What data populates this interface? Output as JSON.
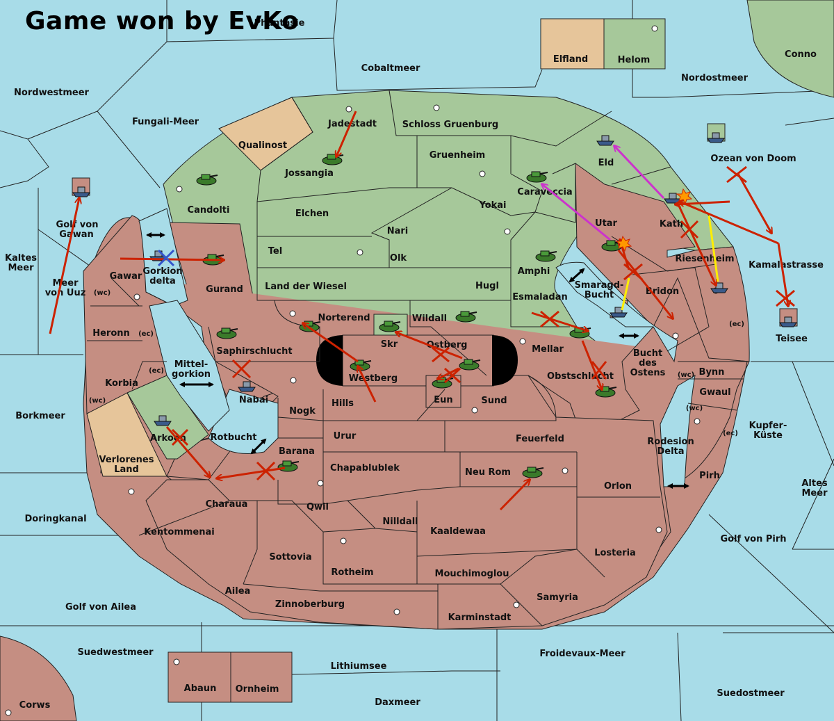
{
  "title": "Game won by EvKo",
  "colors": {
    "sea": "#a8dce8",
    "player_green": "#a6c89a",
    "player_red": "#c58e82",
    "neutral": "#e6c59a",
    "border": "#222222",
    "order_red": "#cc2200",
    "order_magenta": "#cc33cc",
    "order_yellow": "#ffee00"
  },
  "labels": {
    "fantasie_meer": "Phantasie",
    "elfland": "Elfland",
    "helom": "Helom",
    "conno": "Conno",
    "cobaltmeer": "Cobaltmeer",
    "nordostmeer": "Nordostmeer",
    "nordwestmeer": "Nordwestmeer",
    "fungali": "Fungali-Meer",
    "qualinost": "Qualinost",
    "jadestadt": "Jadestadt",
    "schloss": "Schloss Gruenburg",
    "jossangia": "Jossangia",
    "gruenheim": "Gruenheim",
    "eld": "Eld",
    "ozean1": "Ozean von Doom",
    "candolti": "Candolti",
    "caraveccia": "Caraveccia",
    "elchen": "Elchen",
    "yokai": "Yokai",
    "utar": "Utar",
    "kath": "Kath",
    "nari": "Nari",
    "tel": "Tel",
    "olk": "Olk",
    "amphi": "Amphi",
    "riesenheim": "Riesenheim",
    "kamalastrasse": "Kamalastrasse",
    "golfgawan1": "Golf von",
    "golfgawan2": "Gawan",
    "kaltes1": "Kaltes",
    "kaltes2": "Meer",
    "gurand": "Gurand",
    "gorkion1": "Gorkion",
    "gorkion2": "delta",
    "gawar": "Gawar",
    "landwiesel": "Land der Wiesel",
    "hugl": "Hugl",
    "smaragd1": "Smaragd-",
    "smaragd2": "Bucht",
    "bridon": "Bridon",
    "meeruuz1": "Meer",
    "meeruuz2": "von Uuz",
    "wc": "(wc)",
    "ec": "(ec)",
    "esmaladan": "Esmaladan",
    "teisee": "Teisee",
    "heronn": "Heronn",
    "norterend": "Norterend",
    "wildall": "Wildall",
    "ostberg": "Ostberg",
    "skr": "Skr",
    "mellar": "Mellar",
    "saphir": "Saphirschlucht",
    "bucht1": "Bucht",
    "bucht2": "des",
    "bucht3": "Ostens",
    "mittel1": "Mittel-",
    "mittel2": "gorkion",
    "westberg": "Westberg",
    "obstschlucht": "Obstschlucht",
    "korbia": "Korbia",
    "bynn": "Bynn",
    "hills": "Hills",
    "sund": "Sund",
    "eun": "Eun",
    "nabai": "Nabai",
    "gwaul": "Gwaul",
    "nogk": "Nogk",
    "borkmeer": "Borkmeer",
    "kupfer1": "Kupfer-",
    "kupfer2": "Küste",
    "urur": "Urur",
    "feuerfeld": "Feuerfeld",
    "arkoon": "Arkoon",
    "rotbucht": "Rotbucht",
    "rodesion1": "Rodesion",
    "rodesion2": "Delta",
    "barana": "Barana",
    "verlorenes1": "Verlorenes",
    "verlorenes2": "Land",
    "chapa": "Chapablublek",
    "neurom": "Neu Rom",
    "pirh": "Pirh",
    "altes1": "Altes",
    "altes2": "Meer",
    "orlon": "Orlon",
    "charaua": "Charaua",
    "qwil": "Qwil",
    "doringkanal": "Doringkanal",
    "nilldall": "Nilldall",
    "kaaldewaa": "Kaaldewaa",
    "kentommenai": "Kentommenai",
    "golfpirh": "Golf von Pirh",
    "losteria": "Losteria",
    "sottovia": "Sottovia",
    "rotheim": "Rotheim",
    "mouchi": "Mouchimoglou",
    "ailea": "Ailea",
    "samyria": "Samyria",
    "golfailea": "Golf von Ailea",
    "zinnoberburg": "Zinnoberburg",
    "karminstadt": "Karminstadt",
    "suedwestmeer": "Suedwestmeer",
    "froidevaux": "Froidevaux-Meer",
    "lithiumsee": "Lithiumsee",
    "abaun": "Abaun",
    "ornheim": "Ornheim",
    "suedostmeer": "Suedostmeer",
    "daxmeer": "Daxmeer",
    "corws": "Corws"
  }
}
